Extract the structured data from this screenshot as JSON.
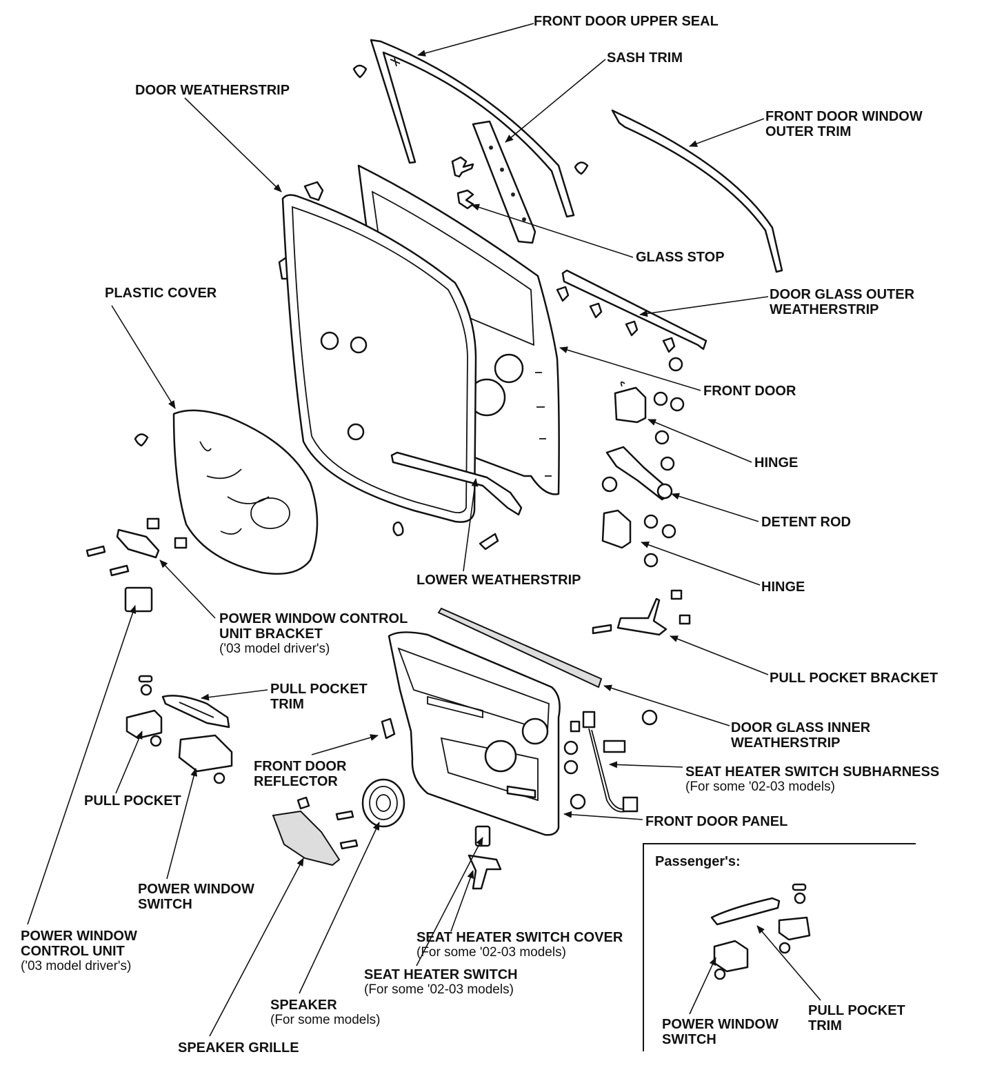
{
  "labels": {
    "front_door_upper_seal": "FRONT DOOR UPPER SEAL",
    "sash_trim": "SASH TRIM",
    "door_weatherstrip": "DOOR WEATHERSTRIP",
    "front_door_window_outer_trim_1": "FRONT DOOR WINDOW",
    "front_door_window_outer_trim_2": "OUTER TRIM",
    "glass_stop": "GLASS STOP",
    "plastic_cover": "PLASTIC COVER",
    "door_glass_outer_weatherstrip_1": "DOOR GLASS OUTER",
    "door_glass_outer_weatherstrip_2": "WEATHERSTRIP",
    "front_door": "FRONT DOOR",
    "hinge_upper": "HINGE",
    "detent_rod": "DETENT ROD",
    "hinge_lower": "HINGE",
    "lower_weatherstrip": "LOWER WEATHERSTRIP",
    "pwcu_bracket_1": "POWER WINDOW CONTROL",
    "pwcu_bracket_2": "UNIT BRACKET",
    "pwcu_bracket_note": "('03 model driver's)",
    "pull_pocket_bracket": "PULL POCKET BRACKET",
    "pull_pocket_trim_1": "PULL POCKET",
    "pull_pocket_trim_2": "TRIM",
    "door_glass_inner_weatherstrip_1": "DOOR GLASS INNER",
    "door_glass_inner_weatherstrip_2": "WEATHERSTRIP",
    "front_door_reflector_1": "FRONT DOOR",
    "front_door_reflector_2": "REFLECTOR",
    "seat_heater_subharness": "SEAT HEATER SWITCH SUBHARNESS",
    "seat_heater_subharness_note": "(For some '02-03 models)",
    "pull_pocket": "PULL POCKET",
    "front_door_panel": "FRONT DOOR PANEL",
    "power_window_switch_1": "POWER WINDOW",
    "power_window_switch_2": "SWITCH",
    "pwcu_1": "POWER WINDOW",
    "pwcu_2": "CONTROL UNIT",
    "pwcu_note": "('03 model driver's)",
    "seat_heater_switch_cover": "SEAT HEATER SWITCH COVER",
    "seat_heater_switch_cover_note": "(For some '02-03 models)",
    "seat_heater_switch": "SEAT HEATER SWITCH",
    "seat_heater_switch_note": "(For some '02-03 models)",
    "speaker": "SPEAKER",
    "speaker_note": "(For some models)",
    "speaker_grille": "SPEAKER GRILLE",
    "passengers": "Passenger's:",
    "passenger_power_window_switch_1": "POWER WINDOW",
    "passenger_power_window_switch_2": "SWITCH",
    "passenger_pull_pocket_trim_1": "PULL POCKET",
    "passenger_pull_pocket_trim_2": "TRIM"
  }
}
